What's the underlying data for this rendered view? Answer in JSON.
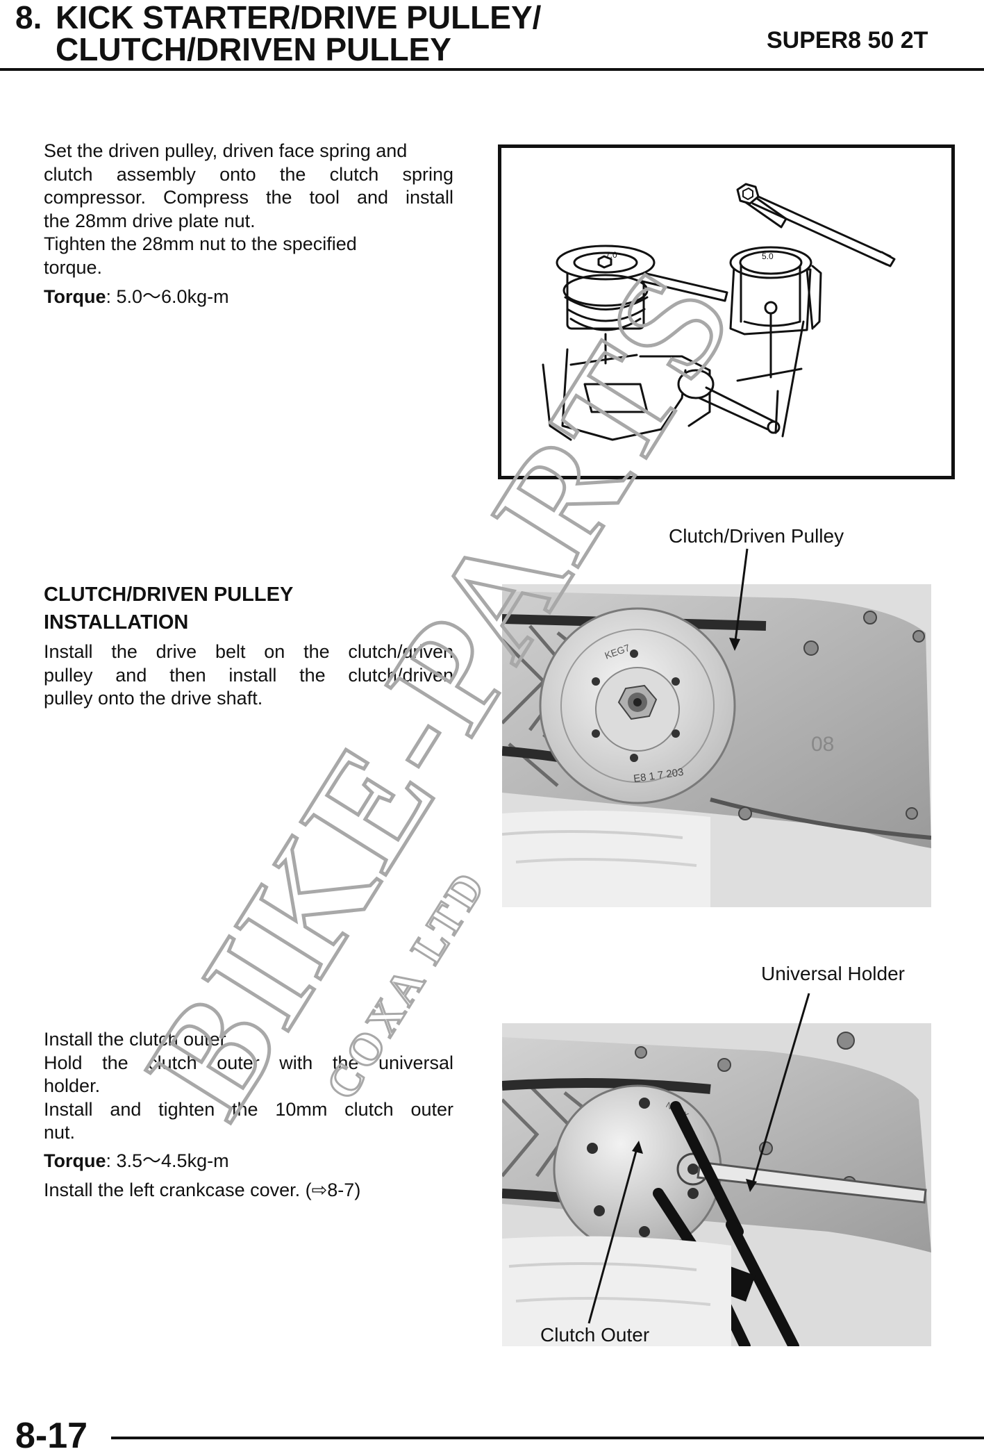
{
  "header": {
    "section_number": "8.",
    "title_line1": "KICK STARTER/DRIVE PULLEY/",
    "title_line2": "CLUTCH/DRIVEN PULLEY",
    "model": "SUPER8 50 2T"
  },
  "step1": {
    "lines": [
      "Set the driven pulley, driven face spring and",
      "clutch assembly onto the clutch spring",
      "compressor. Compress the tool and install",
      "the 28mm drive plate nut.",
      "Tighten the 28mm nut to the specified",
      "torque."
    ],
    "torque_label": "Torque",
    "torque_value": ": 5.0～6.0kg-m"
  },
  "step2": {
    "heading_line1": "CLUTCH/DRIVEN PULLEY",
    "heading_line2": "INSTALLATION",
    "lines": [
      "Install the drive belt on the clutch/driven",
      "pulley and then install the clutch/driven",
      "pulley onto the drive shaft."
    ],
    "callout": "Clutch/Driven Pulley"
  },
  "step3": {
    "lines": [
      "Install the clutch outer.",
      "Hold the clutch outer with the universal",
      "holder.",
      "Install and tighten the 10mm clutch outer",
      "nut."
    ],
    "torque_label": "Torque",
    "torque_value": ": 3.5～4.5kg-m",
    "cover_text": "Install the left crankcase cover. (⇨8-7)",
    "callout_top": "Universal Holder",
    "callout_bottom": "Clutch Outer"
  },
  "figure1": {
    "engraving_a": "5.0",
    "engraving_b": "7.0"
  },
  "figure2": {
    "engraving_top": "KEG7",
    "engraving_bottom": "E8 1 7 203",
    "engraving_cover": "08"
  },
  "figure3": {
    "engraving_cover": "NOOX"
  },
  "watermark": {
    "main": "BIKE-PARTS",
    "sub": "COXA LTD"
  },
  "footer": {
    "page_number": "8-17"
  },
  "colors": {
    "text": "#111111",
    "watermark": "#a8a8a8"
  }
}
